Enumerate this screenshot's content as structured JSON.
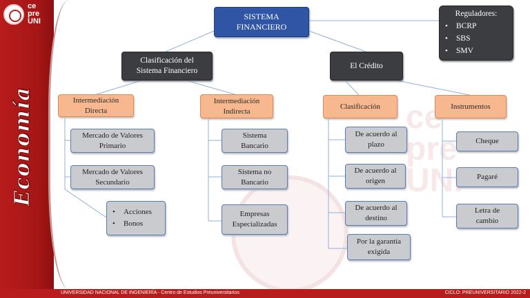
{
  "logo": {
    "text_line1": "ce",
    "text_line2": "pre",
    "text_line3": "UNI"
  },
  "sidebar_word": "Economía",
  "root": {
    "line1": "SISTEMA",
    "line2": "FINANCIERO"
  },
  "reguladores": {
    "title": "Reguladores:",
    "items": [
      "BCRP",
      "SBS",
      "SMV"
    ]
  },
  "clasificacion_sf": {
    "line1": "Clasificación del",
    "line2": "Sistema Financiero"
  },
  "credito": {
    "label": "El Crédito"
  },
  "intermediacion_directa": {
    "header_line1": "Intermediación",
    "header_line2": "Directa",
    "children": [
      {
        "line1": "Mercado de Valores",
        "line2": "Primario"
      },
      {
        "line1": "Mercado de Valores",
        "line2": "Secundario"
      }
    ],
    "bullets": [
      "Acciones",
      "Bonos"
    ]
  },
  "intermediacion_indirecta": {
    "header_line1": "Intermediación",
    "header_line2": "Indirecta",
    "children": [
      {
        "line1": "Sistema",
        "line2": "Bancario"
      },
      {
        "line1": "Sistema no",
        "line2": "Bancario"
      },
      {
        "line1": "Empresas",
        "line2": "Especializadas"
      }
    ]
  },
  "clasificacion": {
    "header": "Clasificación",
    "children": [
      {
        "line1": "De acuerdo al",
        "line2": "plazo"
      },
      {
        "line1": "De acuerdo al",
        "line2": "origen"
      },
      {
        "line1": "De acuerdo al",
        "line2": "destino"
      },
      {
        "line1": "Por la garantía",
        "line2": "exigida"
      }
    ]
  },
  "instrumentos": {
    "header": "Instrumentos",
    "children": [
      {
        "line1": "Cheque",
        "line2": ""
      },
      {
        "line1": "Pagaré",
        "line2": ""
      },
      {
        "line1": "Letra de",
        "line2": "cambio"
      }
    ]
  },
  "watermark": {
    "line1": "ce",
    "line2": "pre",
    "line3": "UNI"
  },
  "footer": {
    "left": "UNIVERSIDAD NACIONAL DE INGENIERÍA  - Centro de Estudios Preuniversitarios",
    "right": "CICLO: PREUNIVERSITARIO 2022-2"
  },
  "colors": {
    "brand_red": "#b81c1c",
    "root_blue": "#2f55a4",
    "dark_node": "#3b3d40",
    "orange_node": "#f7b88f",
    "gray_node": "#c9cbcf",
    "connector": "#8fb0d8"
  }
}
